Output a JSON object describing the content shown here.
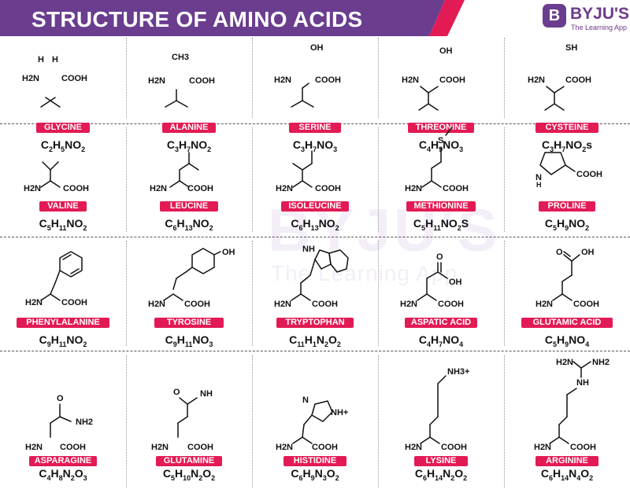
{
  "header": {
    "title": "STRUCTURE OF AMINO ACIDS",
    "logo_badge": "B",
    "logo_name": "BYJU'S",
    "logo_tagline": "The Learning App",
    "banner_color": "#6a3d8f",
    "accent_color": "#e21b55"
  },
  "watermark": {
    "name": "BYJU'S",
    "tagline": "The Learning App"
  },
  "amino_acids": [
    {
      "name": "GLYCINE",
      "formula": [
        "C",
        "2",
        "H",
        "5",
        "NO",
        "2"
      ]
    },
    {
      "name": "ALANINE",
      "formula": [
        "C",
        "3",
        "H",
        "7",
        "NO",
        "2"
      ]
    },
    {
      "name": "SERINE",
      "formula": [
        "C",
        "3",
        "H",
        "7",
        "NO",
        "3"
      ]
    },
    {
      "name": "THREONINE",
      "formula": [
        "C",
        "4",
        "H",
        "9",
        "NO",
        "3"
      ]
    },
    {
      "name": "CYSTEINE",
      "formula": [
        "C",
        "3",
        "H",
        "7",
        "NO",
        "2",
        "s",
        ""
      ]
    },
    {
      "name": "VALINE",
      "formula": [
        "C",
        "5",
        "H",
        "11",
        "NO",
        "2"
      ]
    },
    {
      "name": "LEUCINE",
      "formula": [
        "C",
        "6",
        "H",
        "13",
        "NO",
        "2"
      ]
    },
    {
      "name": "ISOLEUCINE",
      "formula": [
        "C",
        "6",
        "H",
        "13",
        "NO",
        "2"
      ]
    },
    {
      "name": "METHIONINE",
      "formula": [
        "C",
        "5",
        "H",
        "11",
        "NO",
        "2",
        "S",
        ""
      ]
    },
    {
      "name": "PROLINE",
      "formula": [
        "C",
        "5",
        "H",
        "9",
        "NO",
        "2"
      ]
    },
    {
      "name": "PHENYLALANINE",
      "formula": [
        "C",
        "9",
        "H",
        "11",
        "NO",
        "2"
      ]
    },
    {
      "name": "TYROSINE",
      "formula": [
        "C",
        "9",
        "H",
        "11",
        "NO",
        "3"
      ]
    },
    {
      "name": "TRYPTOPHAN",
      "formula": [
        "C",
        "11",
        "H",
        "1",
        "N",
        "2",
        "O",
        "2"
      ]
    },
    {
      "name": "ASPATIC ACID",
      "formula": [
        "C",
        "4",
        "H",
        "7",
        "NO",
        "4"
      ]
    },
    {
      "name": "GLUTAMIC ACID",
      "formula": [
        "C",
        "5",
        "H",
        "9",
        "NO",
        "4"
      ]
    },
    {
      "name": "ASPARAGINE",
      "formula": [
        "C",
        "4",
        "H",
        "8",
        "N",
        "2",
        "O",
        "3"
      ]
    },
    {
      "name": "GLUTAMINE",
      "formula": [
        "C",
        "5",
        "H",
        "10",
        "N",
        "2",
        "O",
        "2"
      ]
    },
    {
      "name": "HISTIDINE",
      "formula": [
        "C",
        "6",
        "H",
        "9",
        "N",
        "3",
        "O",
        "2"
      ]
    },
    {
      "name": "LYSINE",
      "formula": [
        "C",
        "6",
        "H",
        "14",
        "N",
        "2",
        "O",
        "2"
      ]
    },
    {
      "name": "ARGININE",
      "formula": [
        "C",
        "6",
        "H",
        "14",
        "N",
        "4",
        "O",
        "2"
      ]
    }
  ],
  "atoms": {
    "h": "H",
    "h2n": "H2N",
    "h2n_sub": "2",
    "cooh": "COOH",
    "oh": "OH",
    "sh": "SH",
    "s": "S",
    "n": "N",
    "nh": "NH",
    "nh_plus": "NH+",
    "nh2": "NH2",
    "nh3": "NH3+",
    "ch3": "CH3",
    "o": "O",
    "h2n_leucine": "H2N"
  }
}
